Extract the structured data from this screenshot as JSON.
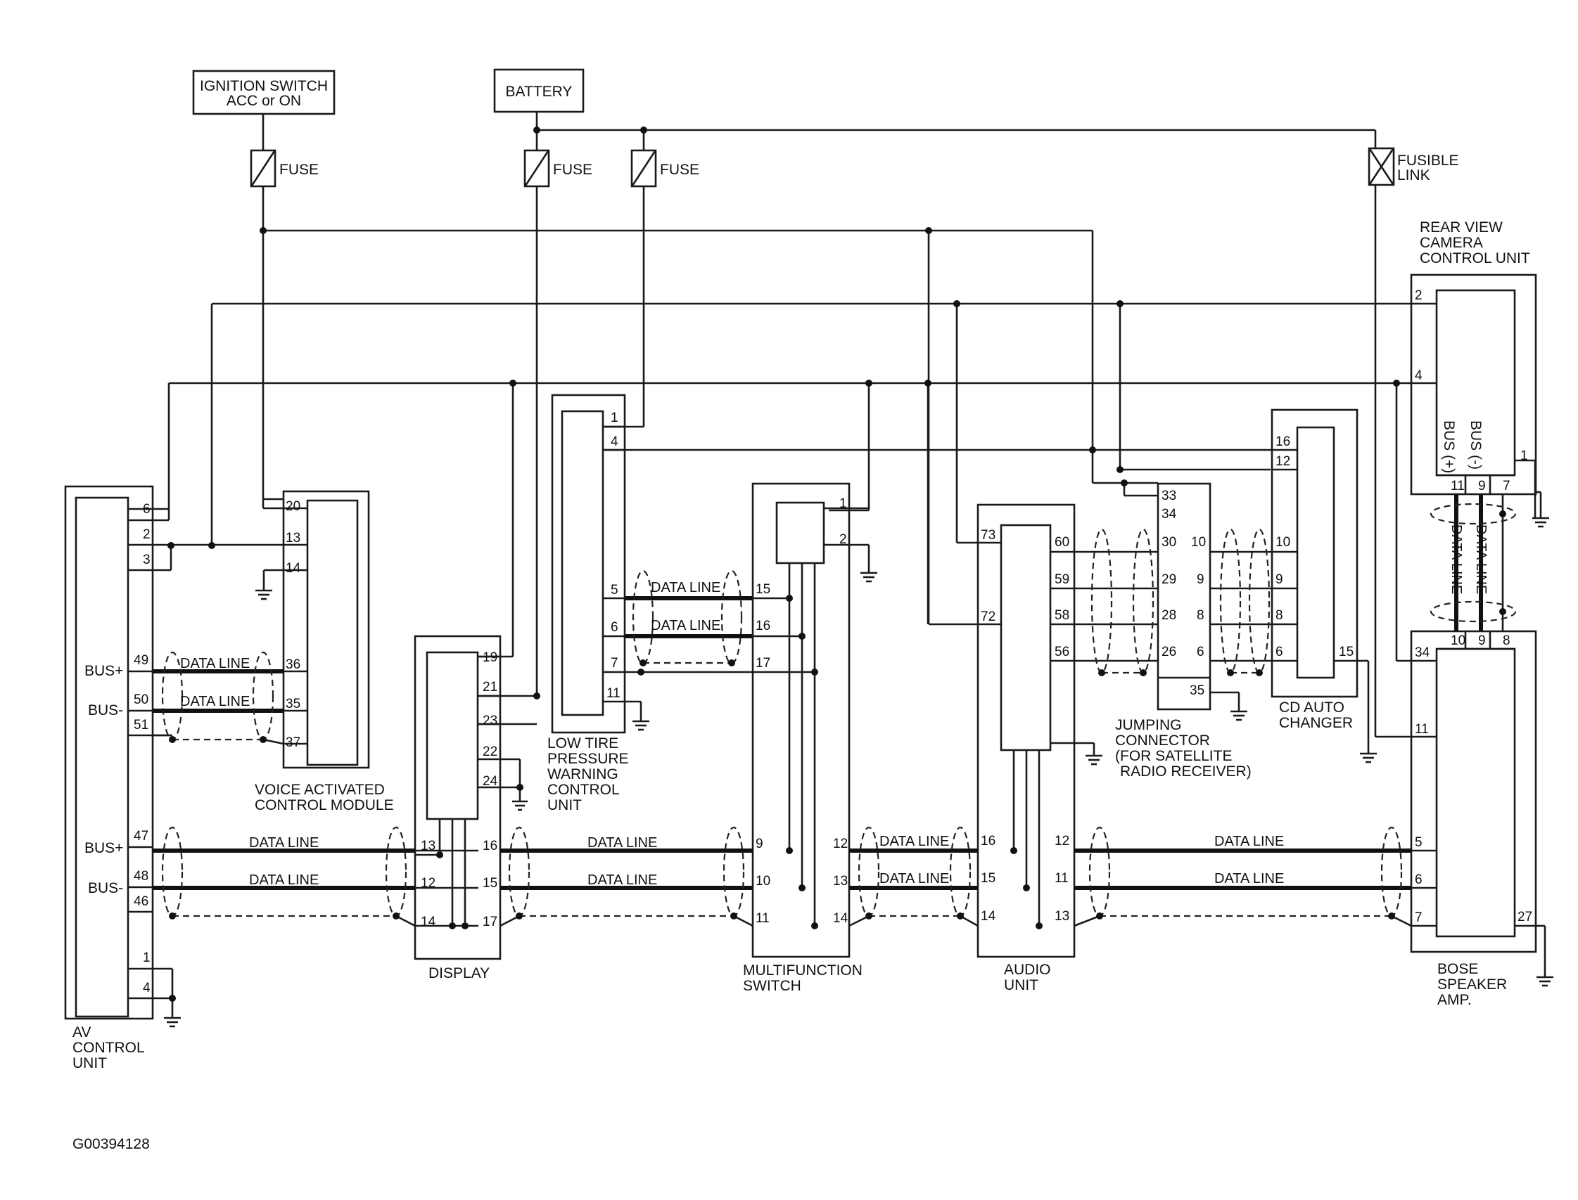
{
  "diagram_code": "G00394128",
  "sources": {
    "ignition_switch": [
      "IGNITION SWITCH",
      "ACC or ON"
    ],
    "battery": "BATTERY",
    "fuse": "FUSE",
    "fusible_link": [
      "FUSIBLE",
      "LINK"
    ]
  },
  "components": {
    "av_control_unit": [
      "AV",
      "CONTROL",
      "UNIT"
    ],
    "voice_module": [
      "VOICE ACTIVATED",
      "CONTROL MODULE"
    ],
    "display": "DISPLAY",
    "low_tire": [
      "LOW TIRE",
      "PRESSURE",
      "WARNING",
      "CONTROL",
      "UNIT"
    ],
    "multifunction": [
      "MULTIFUNCTION",
      "SWITCH"
    ],
    "audio_unit": [
      "AUDIO",
      "UNIT"
    ],
    "jumping_connector": [
      "JUMPING",
      "CONNECTOR",
      "(FOR SATELLITE",
      "RADIO RECEIVER)"
    ],
    "cd_changer": [
      "CD AUTO",
      "CHANGER"
    ],
    "rear_camera": [
      "REAR VIEW",
      "CAMERA",
      "CONTROL UNIT"
    ],
    "bose_amp": [
      "BOSE",
      "SPEAKER",
      "AMP."
    ]
  },
  "signals": {
    "bus_plus": "BUS+",
    "bus_minus": "BUS-",
    "bus_plus_paren": "BUS (+)",
    "bus_minus_paren": "BUS (-)",
    "data_line": "DATA LINE"
  },
  "pins": {
    "av": [
      "6",
      "2",
      "3",
      "49",
      "50",
      "51",
      "47",
      "48",
      "46",
      "1",
      "4"
    ],
    "voice": [
      "20",
      "13",
      "14",
      "36",
      "35",
      "37"
    ],
    "display": [
      "19",
      "21",
      "23",
      "22",
      "24",
      "13",
      "12",
      "14",
      "16",
      "15",
      "17"
    ],
    "low_tire": [
      "1",
      "4",
      "5",
      "6",
      "7",
      "11"
    ],
    "multifunction": [
      "1",
      "2",
      "15",
      "16",
      "17",
      "9",
      "10",
      "11",
      "12",
      "13",
      "14"
    ],
    "audio": [
      "73",
      "72",
      "60",
      "59",
      "58",
      "56",
      "16",
      "15",
      "14",
      "12",
      "11",
      "13"
    ],
    "jumping": [
      "33",
      "34",
      "30",
      "10",
      "29",
      "9",
      "28",
      "8",
      "26",
      "6",
      "35"
    ],
    "cd": [
      "16",
      "12",
      "10",
      "9",
      "8",
      "6",
      "15"
    ],
    "camera": [
      "2",
      "4",
      "1",
      "11",
      "9",
      "7"
    ],
    "bose": [
      "10",
      "9",
      "8",
      "34",
      "11",
      "5",
      "6",
      "7",
      "27"
    ]
  }
}
